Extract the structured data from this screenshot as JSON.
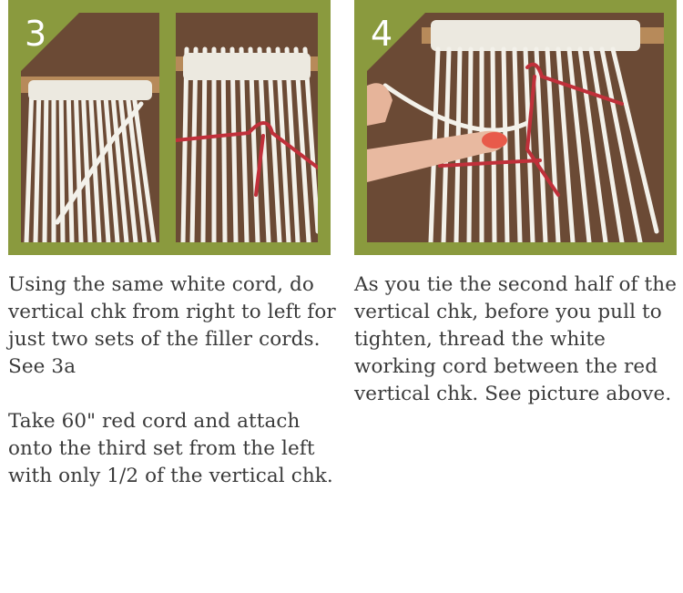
{
  "steps": [
    {
      "number": "3",
      "paragraphs": [
        "Using the same white cord, do vertical chk from right to left for just two sets of the filler cords. See 3a",
        "Take 60\" red cord and attach onto the third set from the left with only 1/2 of the vertical chk."
      ]
    },
    {
      "number": "4",
      "paragraphs": [
        "As you tie the second half of the vertical chk, before you pull to tighten, thread the white working cord between the red vertical chk. See picture above."
      ]
    }
  ],
  "colors": {
    "frame": "#8a9a3e",
    "wood": "#6b4a35",
    "cord_white": "#f3f1ea",
    "cord_red": "#c0303a",
    "text": "#3a3a3a"
  }
}
